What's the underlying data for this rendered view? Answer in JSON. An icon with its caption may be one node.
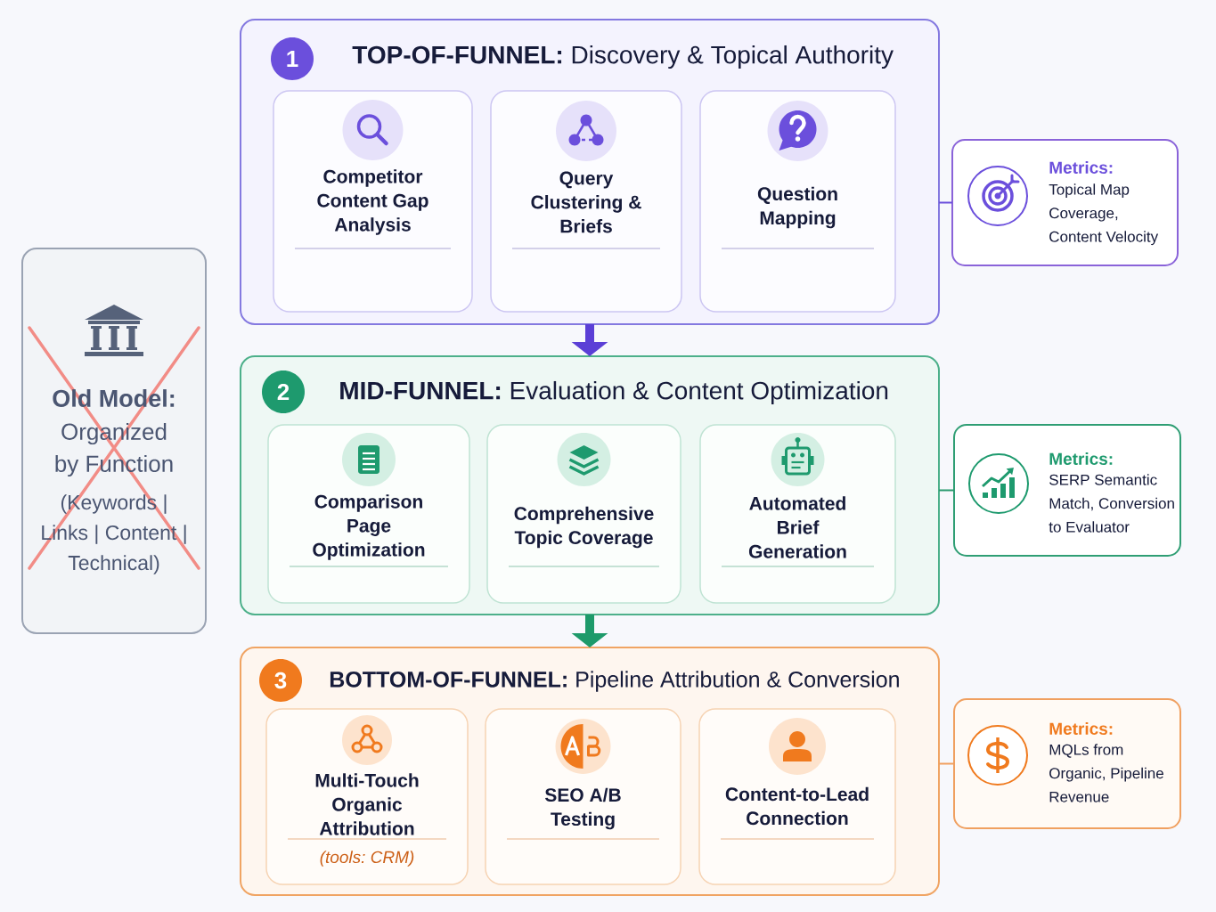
{
  "diagram": {
    "nodes": [
      {
        "text": [
          "**TOP-OF-FUNNEL:** Discovery & Topical Authority"
        ]
      },
      {
        "text": [
          "1"
        ],
        "in": 0
      },
      {
        "text": [
          "Competitor Content Gap Analysis"
        ],
        "in": 0
      },
      {
        "text": [
          "Query Clustering & Briefs"
        ],
        "in": 0
      },
      {
        "text": [
          "Question Mapping"
        ],
        "in": 0
      },
      {
        "text": [
          "Metrics:",
          "Topical Map Coverage, Content Velocity"
        ]
      },
      {
        "text": [
          "Old Model:",
          "Organized by Function",
          "(Keywords | Links | Content | Technical)"
        ]
      },
      {
        "text": [
          "**MID-FUNNEL:** Evaluation & Content Optimization"
        ]
      },
      {
        "text": [
          "2"
        ],
        "in": 7
      },
      {
        "text": [
          "Comparison Page Optimization"
        ],
        "in": 7
      },
      {
        "text": [
          "Comprehensive Topic Coverage"
        ],
        "in": 7
      },
      {
        "text": [
          "Automated Brief Generation"
        ],
        "in": 7
      },
      {
        "text": [
          "Metrics:",
          "SERP Semantic Match, Conversion to Evaluator"
        ]
      },
      {
        "text": [
          "**BOTTOM-OF-FUNNEL:** Pipeline Attribution & Conversion"
        ]
      },
      {
        "text": [
          "3"
        ],
        "in": 13
      },
      {
        "text": [
          "Multi-Touch Organic Attribution",
          "(tools: CRM)"
        ],
        "in": 13
      },
      {
        "text": [
          "SEO A/B Testing"
        ],
        "in": 13
      },
      {
        "text": [
          "Content-to-Lead Connection"
        ],
        "in": 13
      },
      {
        "text": [
          "Metrics:",
          "MQLs from Organic, Pipeline Revenue"
        ]
      }
    ],
    "edges": [
      {
        "from": 0,
        "to": 7,
        "arrow": "to",
        "style": "thick",
        "color": "#5b3fd6"
      },
      {
        "from": 7,
        "to": 13,
        "arrow": "to",
        "style": "thick",
        "color": "#1e9a6a"
      },
      {
        "from": 0,
        "to": 5,
        "arrow": "none",
        "color": "#6b4fdc"
      },
      {
        "from": 7,
        "to": 12,
        "arrow": "none",
        "color": "#2a9a6e"
      },
      {
        "from": 13,
        "to": 18,
        "arrow": "none",
        "color": "#f0a060"
      }
    ]
  }
}
